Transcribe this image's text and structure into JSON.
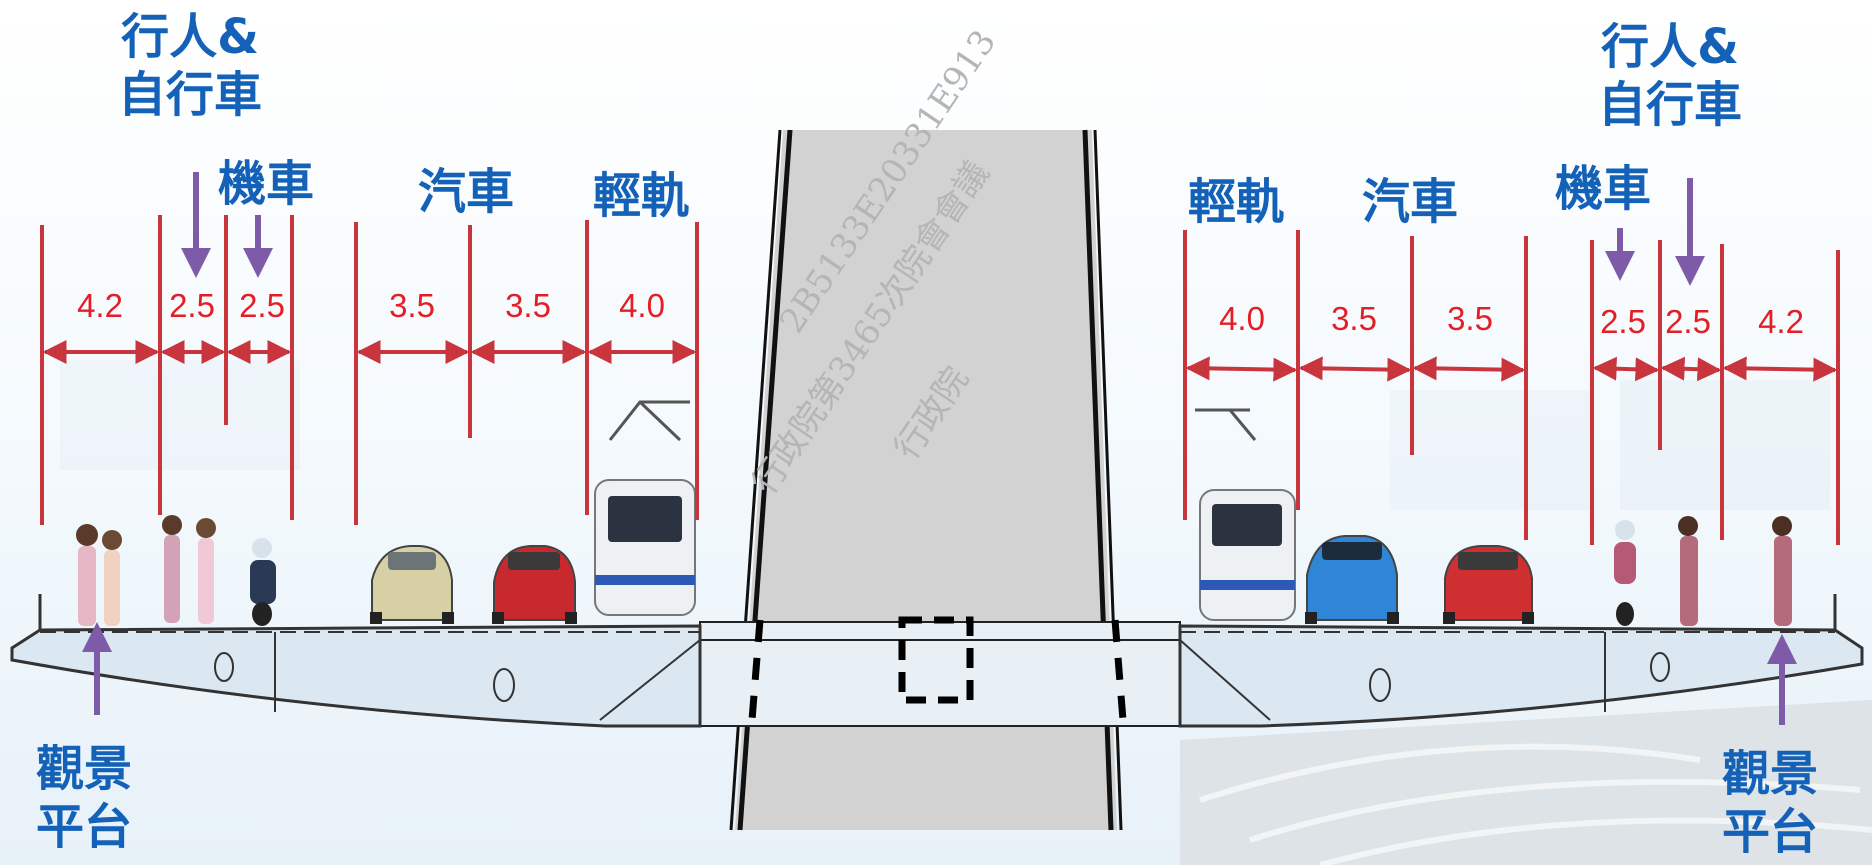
{
  "labels": {
    "ped_bike_left": "行人&\n自行車",
    "ped_bike_right": "行人&\n自行車",
    "motorcycle_left": "機車",
    "motorcycle_right": "機車",
    "car_left": "汽車",
    "car_right": "汽車",
    "lightrail_left": "輕軌",
    "lightrail_right": "輕軌",
    "viewing_left": "觀景\n平台",
    "viewing_right": "觀景\n平台"
  },
  "dimensions_left": [
    "4.2",
    "2.5",
    "2.5",
    "3.5",
    "3.5",
    "4.0"
  ],
  "dimensions_right": [
    "4.0",
    "3.5",
    "3.5",
    "2.5",
    "2.5",
    "4.2"
  ],
  "watermark": {
    "line1": "2B5133E20331E913",
    "line2": "行政院第3465次院會會議",
    "line3": "行政院"
  },
  "colors": {
    "label": "#1461b8",
    "dimension": "#e41e26",
    "lane_line": "#c8353d",
    "arrow": "#7e5ba8"
  }
}
